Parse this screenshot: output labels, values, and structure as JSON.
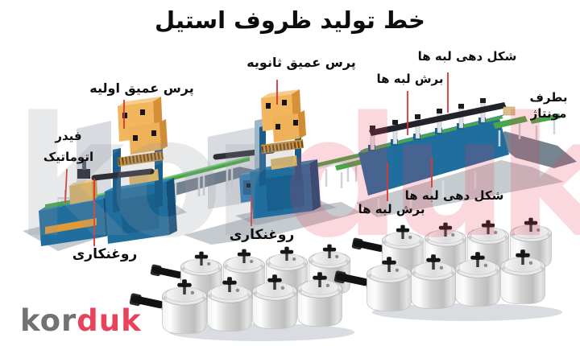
{
  "title": "خط تولید ظروف استیل",
  "labels": {
    "press_primary": "پرس عمیق اولیه",
    "press_secondary": "پرس عمیق ثانویه",
    "edge_forming_top": "شکل دهی لبه ها",
    "edge_cutting_top": "برش لبه ها",
    "to_assembly_line1": "بطرف",
    "to_assembly_line2": "مونتاژ",
    "feeder_line1": "فیدر",
    "feeder_line2": "اتوماتیک",
    "edge_cutting_bottom": "برش لبه ها",
    "edge_forming_bottom": "شکل دهی لبه ها",
    "oiling_left": "روغنکاری",
    "oiling_middle": "روغنکاری"
  },
  "watermark": {
    "gray_part": "kor",
    "red_part": "duk"
  },
  "logo": {
    "gray_part": "kor",
    "red_part": "duk"
  },
  "colors": {
    "background": "#ffffff",
    "label_text": "#0e0e0e",
    "leader_line": "#e03434",
    "machine_blue": "#1f6e9e",
    "machine_blue_light": "#2f85b5",
    "machine_blue_dark": "#154f78",
    "press_head_orange": "#f2b65e",
    "belt_green": "#4aa64a",
    "pallet_tan": "#d9b469",
    "shadow_gray": "#8e97a2",
    "cooker_silver": "#d8d8d8",
    "logo_gray": "#717276",
    "logo_red": "#e8425c"
  }
}
